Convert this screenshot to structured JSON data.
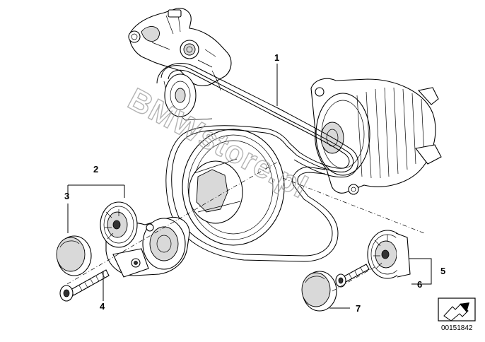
{
  "callouts": {
    "c1": "1",
    "c2": "2",
    "c3": "3",
    "c4": "4",
    "c5": "5",
    "c6": "6",
    "c7": "7"
  },
  "watermark": {
    "text": "BMWstore.pl"
  },
  "document_number": "00151842",
  "icons": {
    "nav": "arrow-icon"
  }
}
